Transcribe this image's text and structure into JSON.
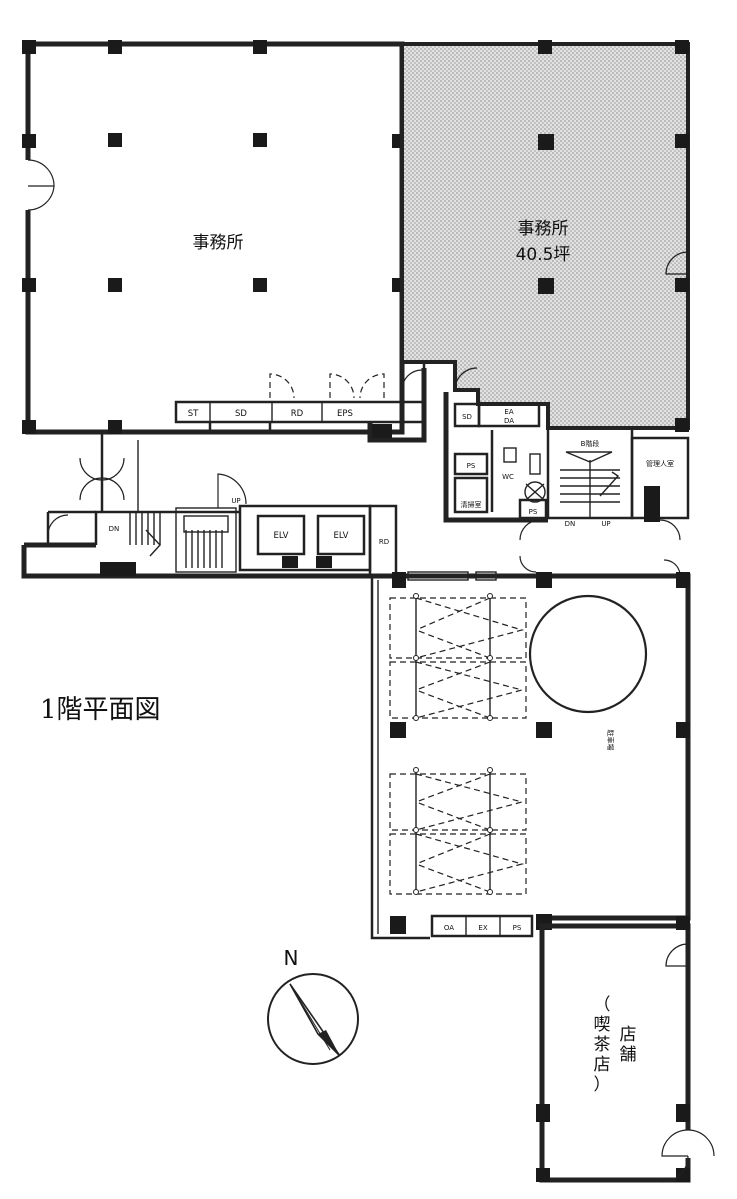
{
  "title": "1階平面図",
  "compass": {
    "north": "N"
  },
  "rooms": {
    "office_left": "事務所",
    "office_right_line1": "事務所",
    "office_right_line2": "40.5坪",
    "parking": "駐車場",
    "shop_main": "店舗",
    "shop_sub": "（喫茶店）",
    "manager_room": "管理人室",
    "back_stairs": "B階段"
  },
  "service_labels": {
    "st": "ST",
    "sd_left": "SD",
    "rd_left": "RD",
    "eps": "EPS",
    "sd_right": "SD",
    "ea": "EA",
    "da": "DA",
    "ps_upper": "PS",
    "wc": "WC",
    "cleaning": "清掃室",
    "ps_lower": "PS",
    "elv_1": "ELV",
    "elv_2": "ELV",
    "rd_elv": "RD",
    "oa": "OA",
    "ex": "EX",
    "ps_parking": "PS"
  },
  "stairs": {
    "up_main": "UP",
    "dn_main": "DN",
    "dn_right": "DN",
    "up_right": "UP"
  },
  "colors": {
    "line": "#222222",
    "hatch_fill": "#d4d4d4",
    "background": "#ffffff"
  }
}
